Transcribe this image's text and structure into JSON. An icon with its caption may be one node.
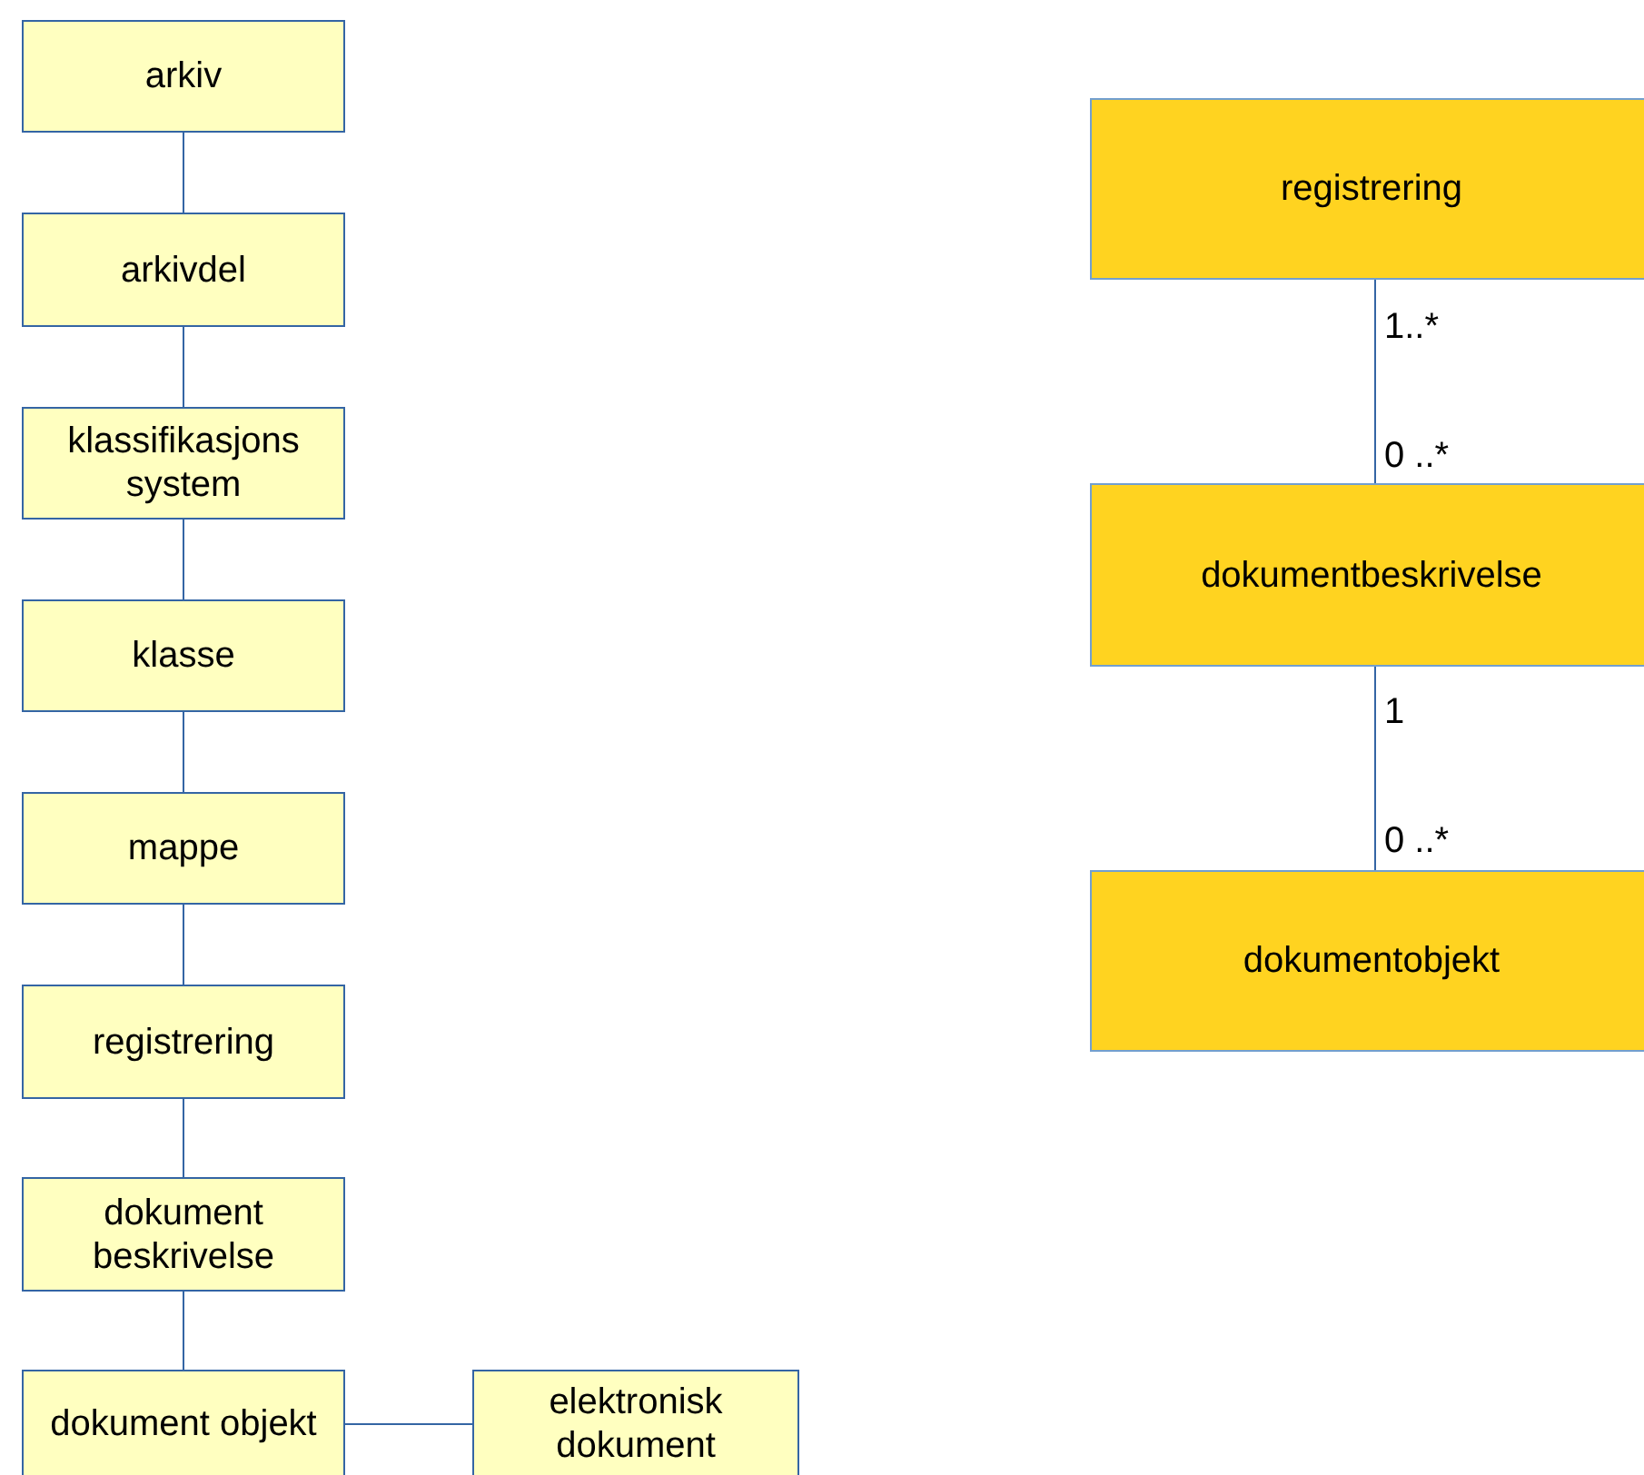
{
  "diagram": {
    "nodes": [
      {
        "text": [
          "arkiv"
        ]
      },
      {
        "text": [
          "arkivdel"
        ]
      },
      {
        "text": [
          "klassifikasjons system"
        ]
      },
      {
        "text": [
          "klasse"
        ]
      },
      {
        "text": [
          "mappe"
        ]
      },
      {
        "text": [
          "registrering"
        ]
      },
      {
        "text": [
          "dokument beskrivelse"
        ]
      },
      {
        "text": [
          "dokument objekt"
        ]
      },
      {
        "text": [
          "elektronisk dokument"
        ]
      },
      {
        "text": [
          "registrering"
        ]
      },
      {
        "text": [
          "dokumentbeskrivelse"
        ]
      },
      {
        "text": [
          "dokumentobjekt"
        ]
      }
    ],
    "edges": [
      {
        "from": 0,
        "to": 1,
        "arrow": "none"
      },
      {
        "from": 1,
        "to": 2,
        "arrow": "none"
      },
      {
        "from": 2,
        "to": 3,
        "arrow": "none"
      },
      {
        "from": 3,
        "to": 4,
        "arrow": "none"
      },
      {
        "from": 4,
        "to": 5,
        "arrow": "none"
      },
      {
        "from": 5,
        "to": 6,
        "arrow": "none"
      },
      {
        "from": 6,
        "to": 7,
        "arrow": "none"
      },
      {
        "from": 7,
        "to": 8,
        "arrow": "none"
      },
      {
        "from": 9,
        "to": 10,
        "arrow": "none"
      },
      {
        "from": 10,
        "to": 11,
        "arrow": "none"
      }
    ],
    "labels": [
      "1..*",
      "0 ..*",
      "1",
      "0 ..*"
    ]
  }
}
